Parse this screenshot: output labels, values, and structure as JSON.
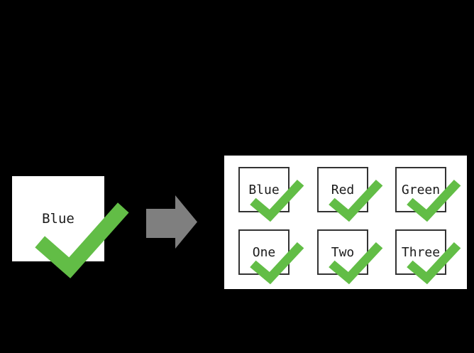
{
  "diagram": {
    "description": "one checked checkbox transforming into six checked checkboxes",
    "source": {
      "label": "Blue",
      "checked": true
    },
    "arrow": {
      "direction": "right"
    },
    "result": {
      "rows": [
        [
          {
            "label": "Blue",
            "checked": true
          },
          {
            "label": "Red",
            "checked": true
          },
          {
            "label": "Green",
            "checked": true
          }
        ],
        [
          {
            "label": "One",
            "checked": true
          },
          {
            "label": "Two",
            "checked": true
          },
          {
            "label": "Three",
            "checked": true
          }
        ]
      ]
    }
  },
  "colors": {
    "background": "#000000",
    "box_fill": "#ffffff",
    "box_border": "#333333",
    "check_green": "#62bd46",
    "arrow_gray": "#7f7f7f",
    "label_text": "#1b1b1b",
    "panel_border": "#000000"
  }
}
